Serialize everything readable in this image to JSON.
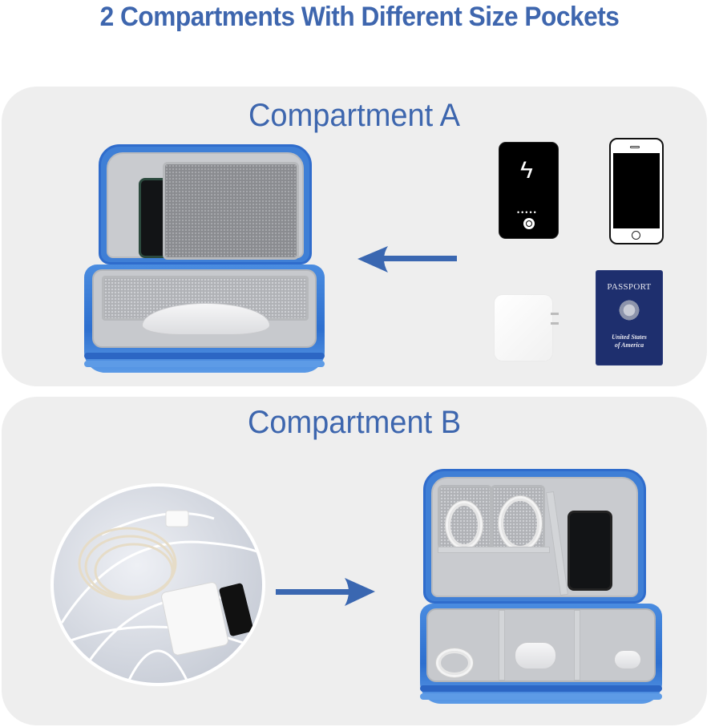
{
  "headline": "2 Compartments With Different Size Pockets",
  "colors": {
    "brand_blue": "#3e66ae",
    "panel_bg": "#eeeeee",
    "bag_blue": "#3f7fd6",
    "bag_lining": "#c9cbcf"
  },
  "compartment_a": {
    "title": "Compartment A",
    "arrow_direction": "left",
    "bag_contents": [
      "smartphone",
      "mouse"
    ],
    "items": [
      {
        "name": "power-bank",
        "icons": [
          "lightning-bolt-icon",
          "power-button-icon"
        ],
        "indicator_dots": "•••••"
      },
      {
        "name": "smartphone"
      },
      {
        "name": "wall-charger"
      },
      {
        "name": "passport",
        "label": "PASSPORT",
        "subtitle_line1": "United States",
        "subtitle_line2": "of America"
      }
    ]
  },
  "compartment_b": {
    "title": "Compartment B",
    "arrow_direction": "right",
    "before_image": "tangled-cables-and-charger",
    "bag_contents": [
      "coiled-cables",
      "smartphone",
      "usb-cable",
      "earbuds-case",
      "earbuds"
    ]
  }
}
